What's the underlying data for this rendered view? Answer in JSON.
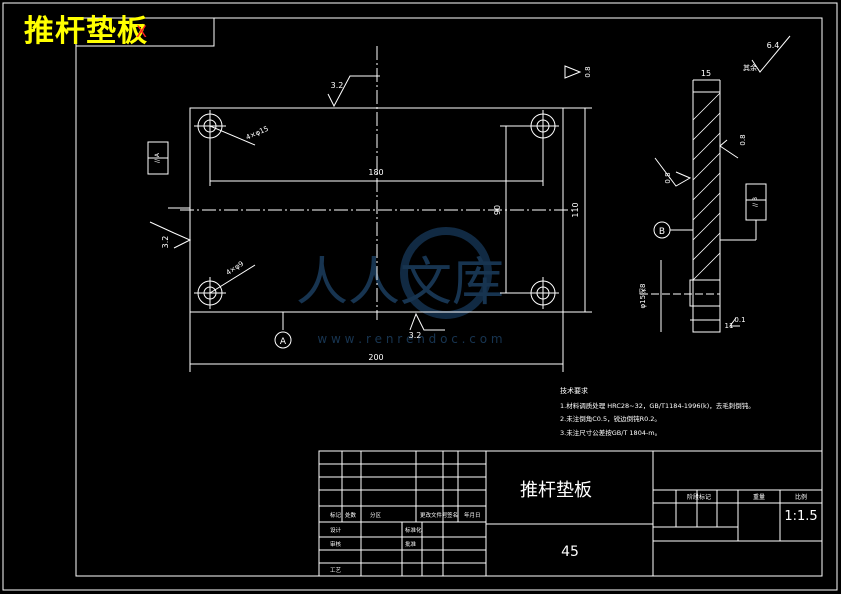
{
  "title_overlay": {
    "text": "推杆垫板",
    "suffix": "X"
  },
  "watermark": {
    "brand": "人人文库",
    "url": "w w w . r e n r e n d o c . c o m"
  },
  "drawing": {
    "dim_width": "200",
    "dim_hole_span": "180",
    "dim_height": "110",
    "dim_hole_span_v": "90",
    "roughness_top": "3.2",
    "roughness_left": "3.2",
    "roughness_bottom": "3.2",
    "roughness_general": "6.4",
    "roughness_general_note": "其余",
    "roughness_side_a": "0.8",
    "roughness_side_b": "0.8",
    "roughness_side_c": "0.8",
    "thickness": "15",
    "tol_flatness": "0.1",
    "hole_label_top": "4×φ15",
    "hole_label_bottom": "4×φ9",
    "counterbore_label": "φ15深8",
    "counterbore_depth": "11",
    "section_letter_a": "A",
    "section_letter_b": "B",
    "datum_box_left": "// A",
    "datum_box_right": "// B"
  },
  "notes": {
    "heading": "技术要求",
    "lines": [
      "1.材料调质处理 HRC28~32，GB/T1184-1996(k)，去毛刺倒钝。",
      "2.未注倒角C0.5，锐边倒钝R0.2。",
      "3.未注尺寸公差按GB/T 1804-m。"
    ]
  },
  "title_block": {
    "part_name": "推杆垫板",
    "material": "45",
    "scale": "1:1.5",
    "header_cells": [
      "标记",
      "处数",
      "分区",
      "更改文件号",
      "签名",
      "年月日"
    ],
    "right_header": [
      "阶段标记",
      "重量",
      "比例"
    ],
    "row_design": [
      "设计",
      "",
      "标准化",
      "",
      "审核",
      "批准"
    ],
    "row_small": [
      "工艺",
      ""
    ]
  }
}
